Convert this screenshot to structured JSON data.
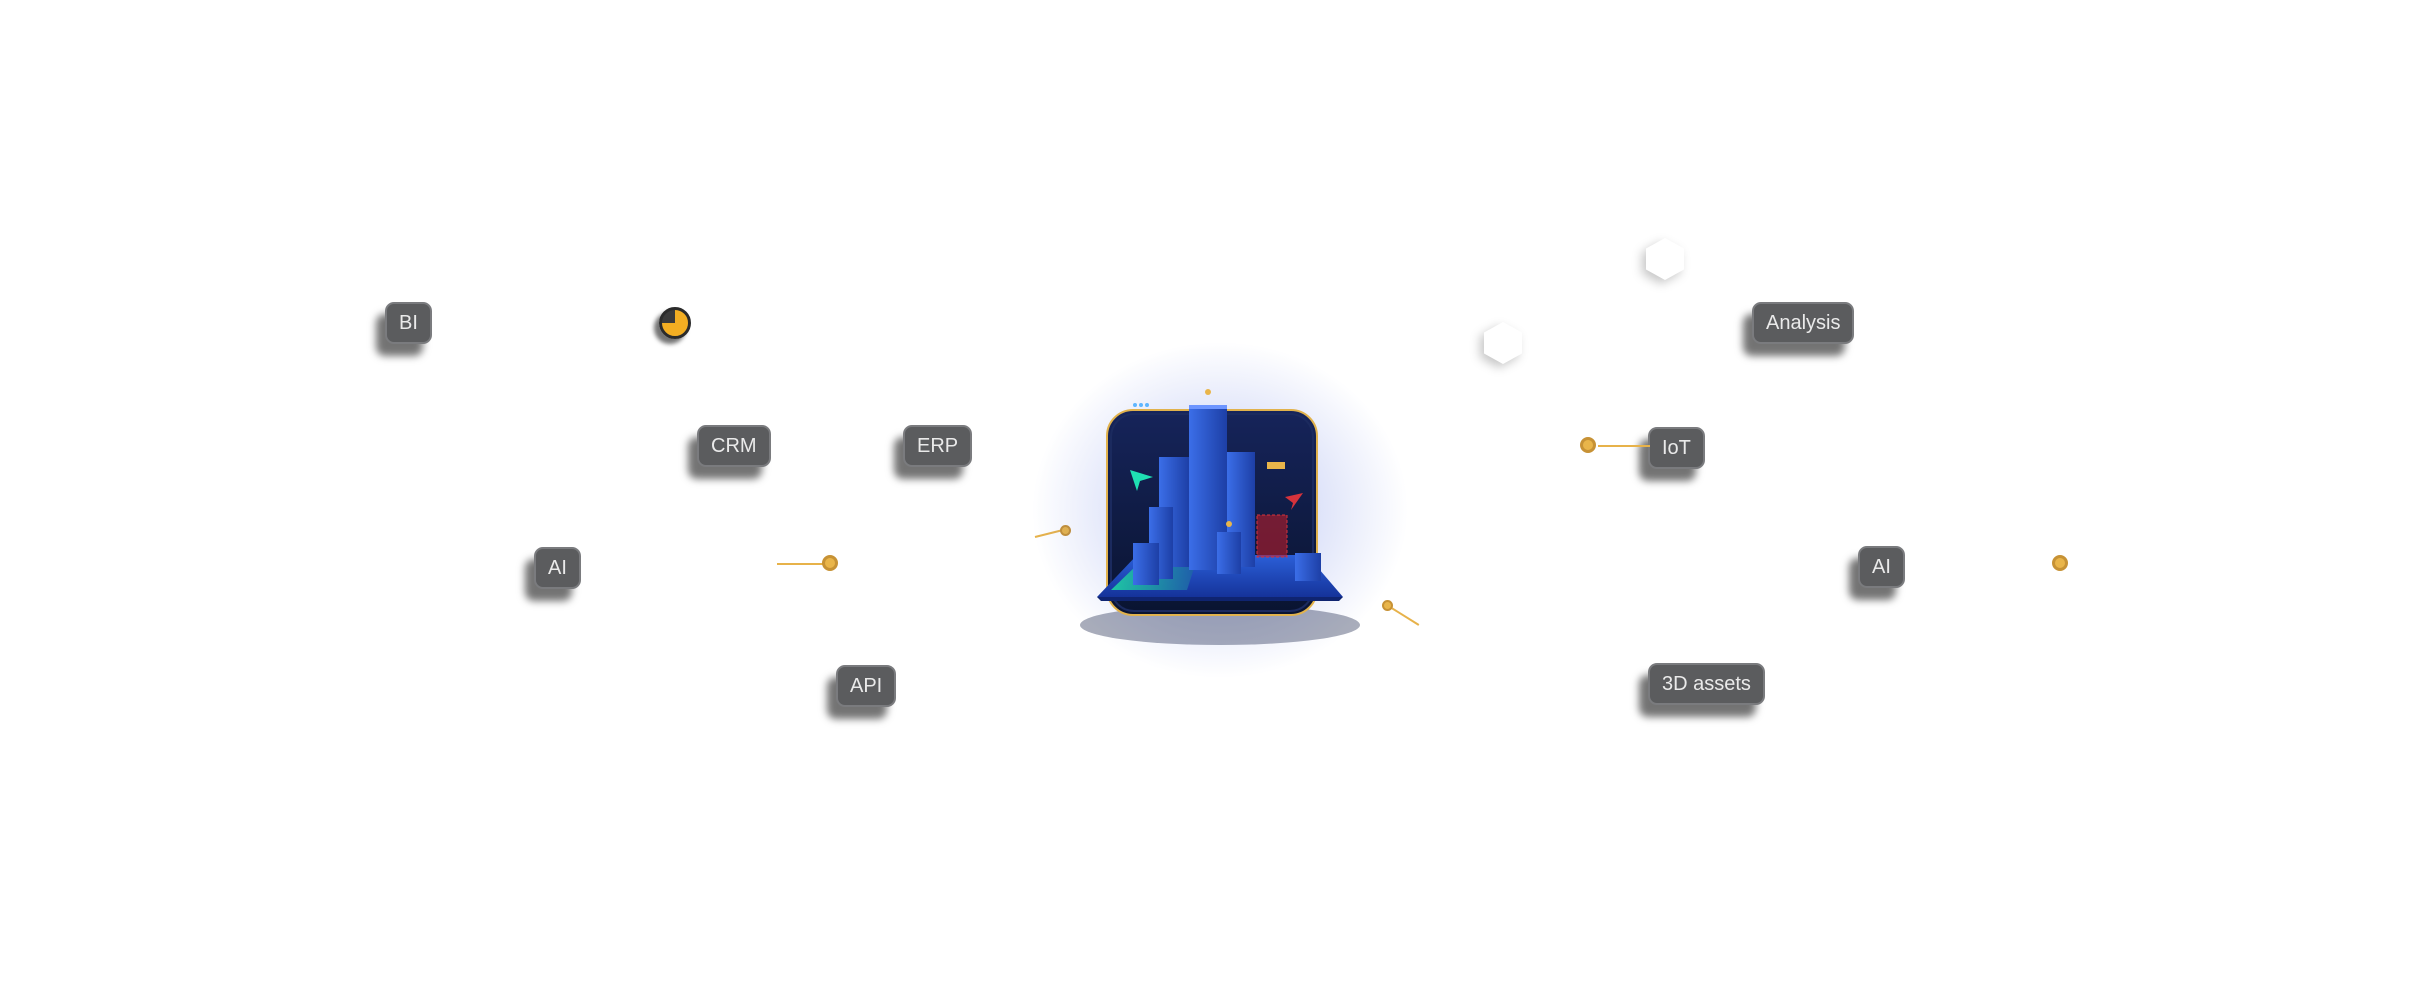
{
  "tags": {
    "bi": "BI",
    "crm": "CRM",
    "erp": "ERP",
    "ai_left": "AI",
    "api": "API",
    "analysis": "Analysis",
    "iot": "IoT",
    "ai_right": "AI",
    "assets_3d": "3D assets"
  },
  "icons": {
    "pie": "pie-chart-icon",
    "hexagon": "hexagon-icon",
    "city": "city-dashboard-icon"
  },
  "colors": {
    "accent": "#e9b54a",
    "tag_bg": "#5b5c5e",
    "tag_text": "#eaeaea",
    "city_blue": "#2c56c8",
    "panel_dark": "#0d1a3a"
  }
}
